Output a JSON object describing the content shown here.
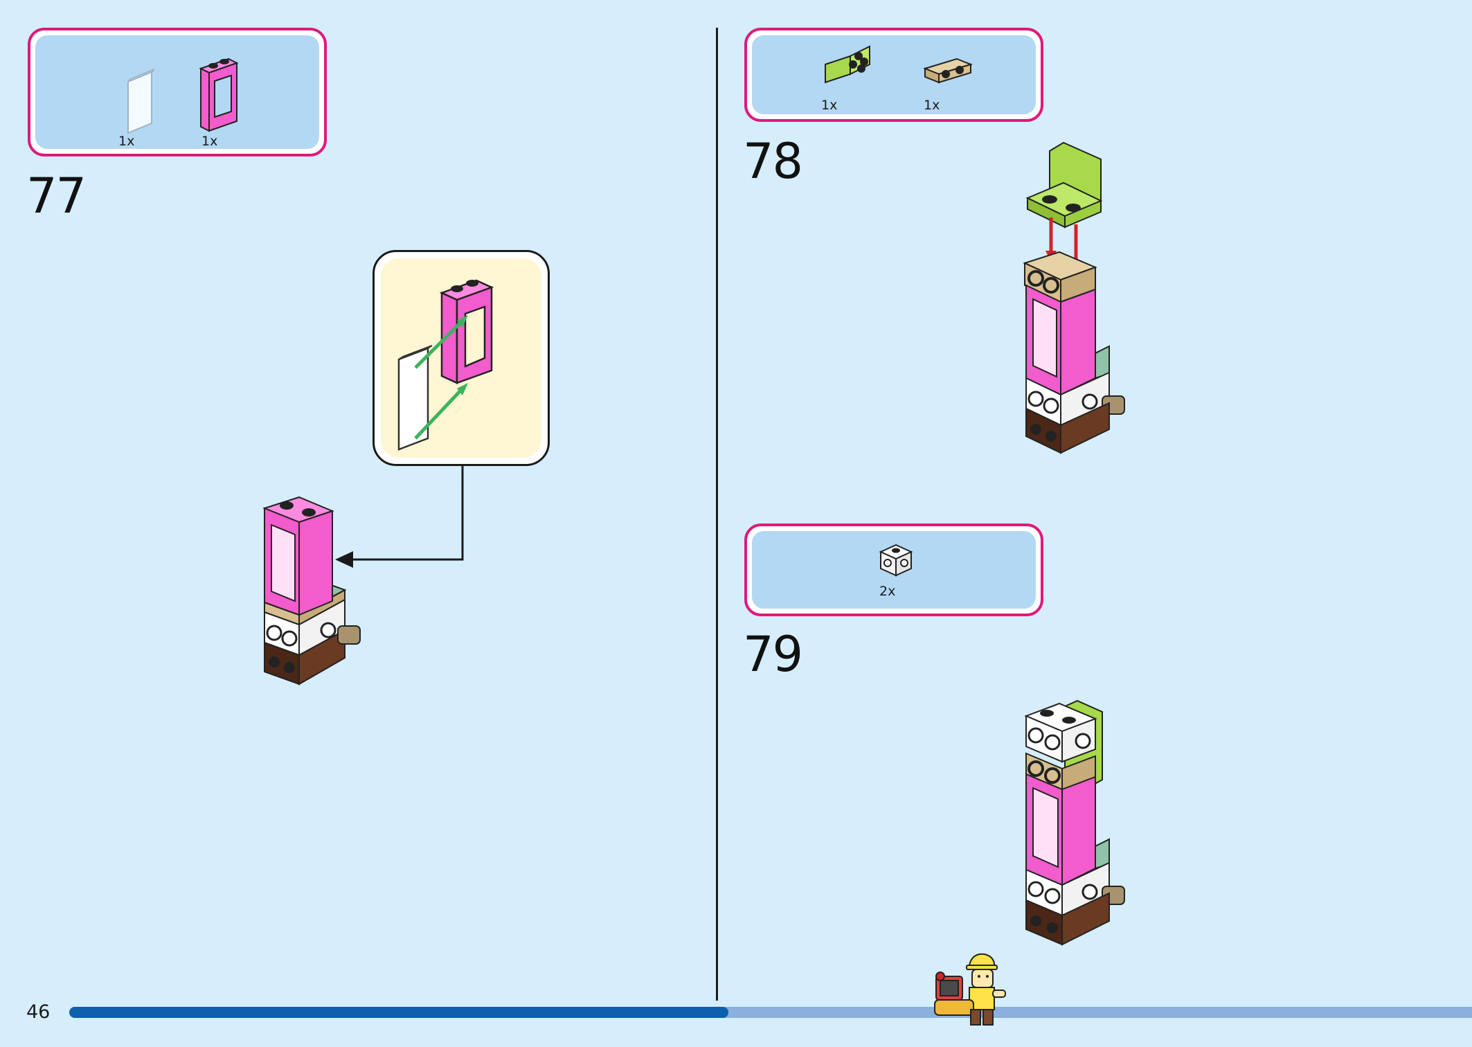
{
  "page": {
    "number": "46"
  },
  "colors": {
    "background": "#d6eefb",
    "parts_border": "#e0197d",
    "parts_fill": "#b3d8f3",
    "callout_fill": "#fff6d4",
    "progress_done": "#0c60ad",
    "progress_todo": "#8ab0dd",
    "brick_pink": "#f25ccc",
    "brick_lime": "#a7d94a",
    "brick_tan": "#d8bf8f",
    "brick_brown": "#6b3a22",
    "arrow_green": "#3db35f",
    "arrow_red": "#d2232a"
  },
  "steps": [
    {
      "number": "77",
      "parts": [
        {
          "icon": "transparent-window-glass-icon",
          "qty": "1x"
        },
        {
          "icon": "pink-window-frame-icon",
          "qty": "1x"
        }
      ]
    },
    {
      "number": "78",
      "parts": [
        {
          "icon": "lime-bracket-plate-icon",
          "qty": "1x"
        },
        {
          "icon": "tan-bracket-plate-icon",
          "qty": "1x"
        }
      ]
    },
    {
      "number": "79",
      "parts": [
        {
          "icon": "white-studs-side-brick-icon",
          "qty": "2x"
        }
      ]
    }
  ],
  "progress": {
    "fraction": 0.47
  }
}
